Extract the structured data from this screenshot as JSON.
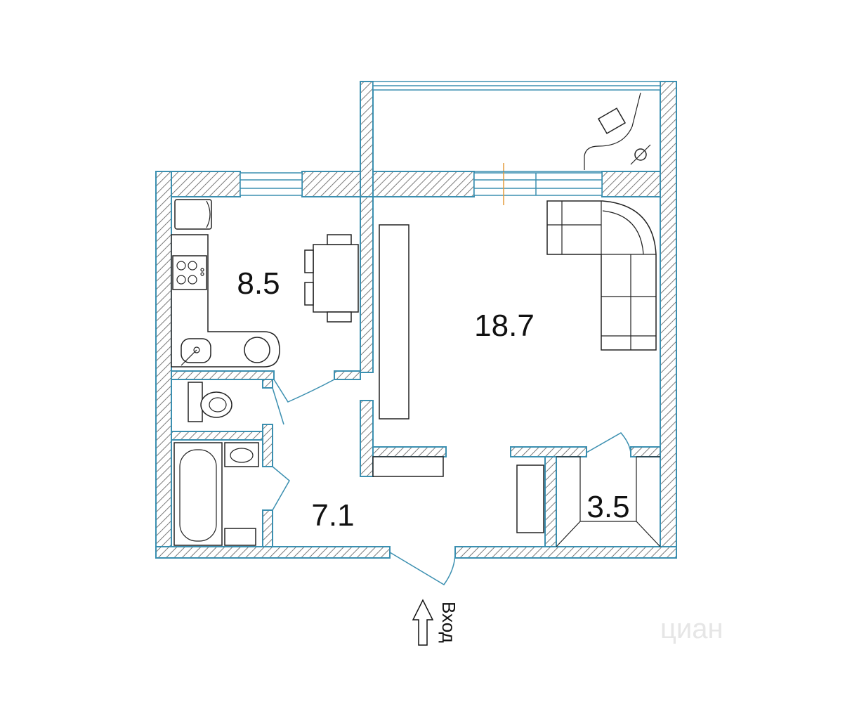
{
  "rooms": {
    "kitchen_area": "8.5",
    "living_area": "18.7",
    "hall_area": "7.1",
    "storage_area": "3.5"
  },
  "entrance": {
    "label": "Вход"
  },
  "watermark": {
    "text": "циан"
  },
  "colors": {
    "wall_outline": "#3b8fb0",
    "hatch": "#7a7a7a",
    "furniture": "#222222",
    "radiator_mark": "#e39a3a"
  }
}
